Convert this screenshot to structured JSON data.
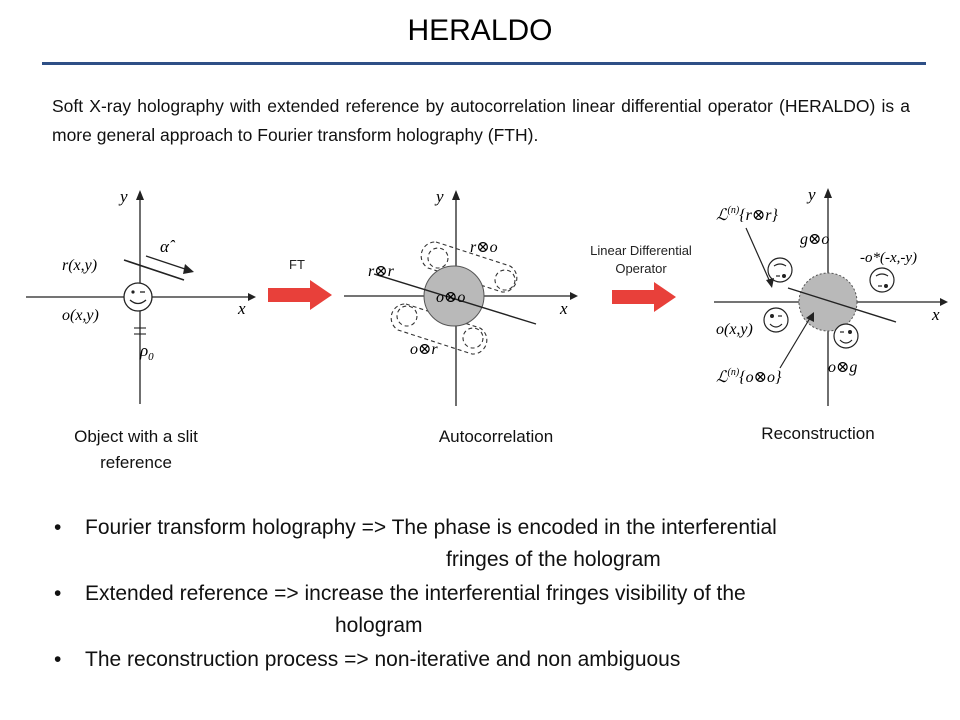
{
  "title": "HERALDO",
  "intro": "Soft X-ray holography with extended reference by autocorrelation linear differential operator (HERALDO) is a more general approach to Fourier transform holography (FTH).",
  "colors": {
    "rule": "#2e4f86",
    "arrow": "#e8403a",
    "disc": "#b9b9b9"
  },
  "arrows": {
    "ft_label": "FT",
    "ldo_label_line1": "Linear Differential",
    "ldo_label_line2": "Operator"
  },
  "panels": {
    "object": {
      "caption_line1": "Object with a slit",
      "caption_line2": "reference",
      "labels": {
        "y": "y",
        "x": "x",
        "alpha": "α̂",
        "r": "r(x,y)",
        "o": "o(x,y)",
        "rho": "ρ",
        "rho_sub": "0"
      }
    },
    "autocorrelation": {
      "caption": "Autocorrelation",
      "labels": {
        "y": "y",
        "x": "x",
        "ror": "r⊗r",
        "rocirc": "r⊗o",
        "ooo": "o⊗o",
        "oor": "o⊗r"
      }
    },
    "reconstruction": {
      "caption": "Reconstruction",
      "labels": {
        "y": "y",
        "x": "x",
        "L_top": "ℒ",
        "n": "(n)",
        "rr": "{r⊗r}",
        "go": "g⊗o",
        "conj": "-o*(-x,-y)",
        "o": "o(x,y)",
        "L_bot": "ℒ",
        "oo": "{o⊗o}",
        "og": "o⊗g"
      }
    }
  },
  "bullets": [
    {
      "line1": "Fourier transform holography => The phase is encoded in the interferential",
      "line2": "fringes of the hologram"
    },
    {
      "line1": "Extended reference => increase the interferential fringes visibility of the",
      "line2": "hologram"
    },
    {
      "line1": "The reconstruction process => non-iterative and non ambiguous",
      "line2": ""
    }
  ],
  "bullet_symbol": "•"
}
